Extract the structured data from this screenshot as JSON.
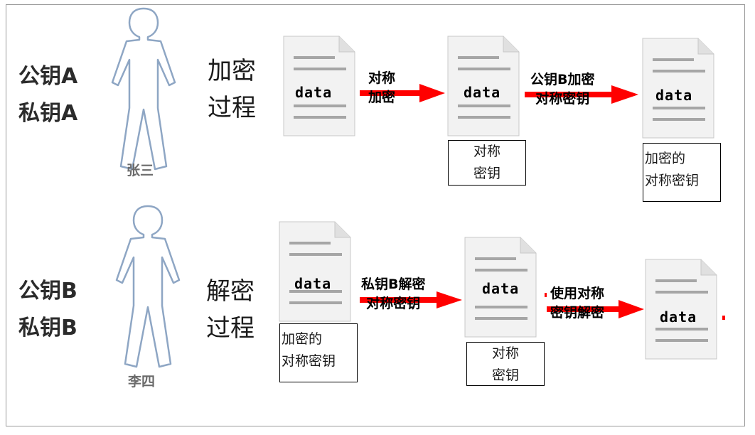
{
  "top": {
    "keys": [
      "公钥A",
      "私钥A"
    ],
    "person_name": "张三",
    "process": [
      "加密",
      "过程"
    ],
    "doc_label": "data",
    "arrow1_label": [
      "对称",
      "加密"
    ],
    "box1": [
      "对称",
      "密钥"
    ],
    "arrow2_label": [
      "公钥B加密",
      "对称密钥"
    ],
    "box2": [
      "加密的",
      "对称密钥"
    ]
  },
  "bottom": {
    "keys": [
      "公钥B",
      "私钥B"
    ],
    "person_name": "李四",
    "process": [
      "解密",
      "过程"
    ],
    "doc_label": "data",
    "box0": [
      "加密的",
      "对称密钥"
    ],
    "arrow1_label": [
      "私钥B解密",
      "对称密钥"
    ],
    "box1": [
      "对称",
      "密钥"
    ],
    "arrow2_label": [
      "使用对称",
      "密钥解密"
    ]
  },
  "colors": {
    "person_stroke": "#8ea6c4",
    "doc_fill": "#f2f2f2",
    "doc_lines": "#a6a6a6",
    "arrow": "#ff0000"
  }
}
